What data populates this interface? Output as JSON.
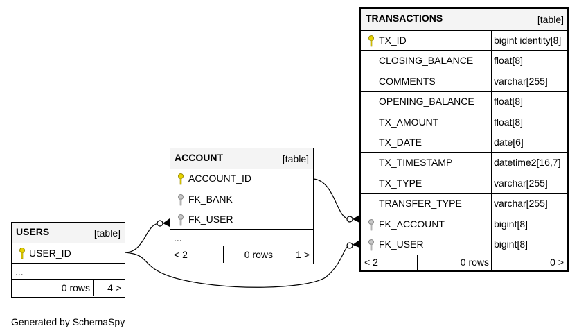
{
  "users": {
    "name": "USERS",
    "kind": "[table]",
    "columns": [
      {
        "name": "USER_ID",
        "key": "primary"
      }
    ],
    "ellipsis": "...",
    "footer": {
      "left": "",
      "rows": "0 rows",
      "right": "4 >"
    }
  },
  "account": {
    "name": "ACCOUNT",
    "kind": "[table]",
    "columns": [
      {
        "name": "ACCOUNT_ID",
        "key": "primary"
      },
      {
        "name": "FK_BANK",
        "key": "foreign"
      },
      {
        "name": "FK_USER",
        "key": "foreign"
      }
    ],
    "ellipsis": "...",
    "footer": {
      "left": "< 2",
      "rows": "0 rows",
      "right": "1 >"
    }
  },
  "transactions": {
    "name": "TRANSACTIONS",
    "kind": "[table]",
    "columns": [
      {
        "name": "TX_ID",
        "type": "bigint identity[8]",
        "key": "primary"
      },
      {
        "name": "CLOSING_BALANCE",
        "type": "float[8]",
        "key": ""
      },
      {
        "name": "COMMENTS",
        "type": "varchar[255]",
        "key": ""
      },
      {
        "name": "OPENING_BALANCE",
        "type": "float[8]",
        "key": ""
      },
      {
        "name": "TX_AMOUNT",
        "type": "float[8]",
        "key": ""
      },
      {
        "name": "TX_DATE",
        "type": "date[6]",
        "key": ""
      },
      {
        "name": "TX_TIMESTAMP",
        "type": "datetime2[16,7]",
        "key": ""
      },
      {
        "name": "TX_TYPE",
        "type": "varchar[255]",
        "key": ""
      },
      {
        "name": "TRANSFER_TYPE",
        "type": "varchar[255]",
        "key": ""
      },
      {
        "name": "FK_ACCOUNT",
        "type": "bigint[8]",
        "key": "foreign"
      },
      {
        "name": "FK_USER",
        "type": "bigint[8]",
        "key": "foreign"
      }
    ],
    "footer": {
      "left": "< 2",
      "rows": "0 rows",
      "right": "0 >"
    }
  },
  "footer_text": "Generated by SchemaSpy",
  "colors": {
    "primary_key": "#e8d400",
    "foreign_key": "#a8a8a8",
    "header_bg": "#f4f4f4",
    "line": "#000000"
  }
}
